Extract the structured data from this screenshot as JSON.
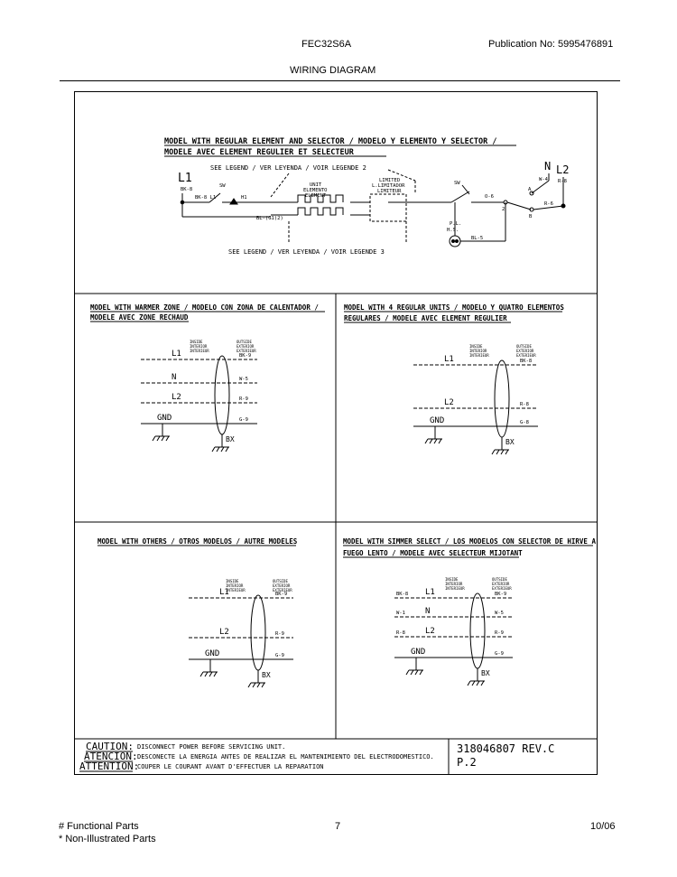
{
  "header": {
    "model": "FEC32S6A",
    "publication": "Publication No:  5995476891",
    "title": "WIRING DIAGRAM"
  },
  "top_panel": {
    "heading_1": "MODEL WITH REGULAR ELEMENT AND SELECTOR / MODELO Y ELEMENTO Y SELECTOR /",
    "heading_2": "MODELE AVEC ELEMENT REGULIER ET SELECTEUR",
    "legend_top": "SEE LEGEND / VER LEYENDA / VOIR LEGENDE 2",
    "legend_bottom": "SEE LEGEND / VER LEYENDA / VOIR LEGENDE 3",
    "l1": "L1",
    "n": "N",
    "l2": "L2",
    "bk8": "BK-8",
    "bk8_l1": "BK-8 L1",
    "sw_left": "SW",
    "sw_right": "SW",
    "h1": "H1",
    "unit_1": "UNIT",
    "unit_2": "ELEMENTO",
    "unit_3": "ELEMENT",
    "limiter_1": "LIMITED",
    "limiter_2": "L.LIMITADOR",
    "limiter_3": "LIMITEUR",
    "bl": "BL-(G1)2)",
    "w4": "W-4",
    "r8": "R-8",
    "o6": "O-6",
    "r6": "R-6",
    "pos_a": "A",
    "pos_b": "B",
    "pos_2": "2",
    "pl_1": "P.L.",
    "pl_2": "H.S.",
    "bl5": "BL-5"
  },
  "panels": [
    {
      "heading_1": "MODEL WITH WARMER ZONE  / MODELO CON ZONA DE CALENTADOR  /",
      "heading_2": "MODELE AVEC ZONE RECHAUD",
      "inside": [
        "INSIDE",
        "INTERIOR",
        "INTERIEUR"
      ],
      "outside": [
        "OUTSIDE",
        "EXTERIOR",
        "EXTERIEUR"
      ],
      "rows": [
        {
          "label": "L1",
          "wire": "BK-9",
          "left": ""
        },
        {
          "label": "N",
          "wire": "W-5",
          "left": ""
        },
        {
          "label": "L2",
          "wire": "R-9",
          "left": ""
        },
        {
          "label": "GND",
          "wire": "G-9",
          "left": ""
        }
      ],
      "bx": "BX"
    },
    {
      "heading_1": "MODEL WITH 4 REGULAR UNITS / MODELO Y QUATRO ELEMENTOS",
      "heading_2": "REGULARES  / MODELE AVEC ELEMENT REGULIER",
      "inside": [
        "INSIDE",
        "INTERIOR",
        "INTERIEUR"
      ],
      "outside": [
        "OUTSIDE",
        "EXTERIOR",
        "EXTERIEUR"
      ],
      "rows": [
        {
          "label": "L1",
          "wire": "BK-8",
          "left": ""
        },
        {
          "label": "L2",
          "wire": "R-8",
          "left": ""
        },
        {
          "label": "GND",
          "wire": "G-8",
          "left": ""
        }
      ],
      "bx": "BX"
    },
    {
      "heading_1": "MODEL WITH OTHERS / OTROS MODELOS / AUTRE MODELES",
      "heading_2": "",
      "inside": [
        "INSIDE",
        "INTERIOR",
        "INTERIEUR"
      ],
      "outside": [
        "OUTSIDE",
        "EXTERIOR",
        "EXTERIEUR"
      ],
      "rows": [
        {
          "label": "L1",
          "wire": "BK-9",
          "left": ""
        },
        {
          "label": "L2",
          "wire": "R-9",
          "left": ""
        },
        {
          "label": "GND",
          "wire": "G-9",
          "left": ""
        }
      ],
      "bx": "BX"
    },
    {
      "heading_1": "MODEL WITH SIMMER SELECT / LOS MODELOS CON SELECTOR DE HIRVE A",
      "heading_2": "FUEGO LENTO / MODELE AVEC SELECTEUR MIJOTANT",
      "inside": [
        "INSIDE",
        "INTERIOR",
        "INTERIEUR"
      ],
      "outside": [
        "OUTSIDE",
        "EXTERIOR",
        "EXTERIEUR"
      ],
      "rows": [
        {
          "label": "L1",
          "wire": "BK-9",
          "left": "BK-8"
        },
        {
          "label": "N",
          "wire": "W-5",
          "left": "W-1"
        },
        {
          "label": "L2",
          "wire": "R-9",
          "left": "R-8"
        },
        {
          "label": "GND",
          "wire": "G-9",
          "left": ""
        }
      ],
      "bx": "BX"
    }
  ],
  "caution": {
    "caution_label": "CAUTION:",
    "caution_text": "DISCONNECT POWER BEFORE SERVICING UNIT.",
    "atencion_label": "ATENCION:",
    "atencion_text": "DESCONECTE LA ENERGIA ANTES DE REALIZAR EL MANTENIMIENTO DEL ELECTRODOMESTICO.",
    "attention_label": "ATTENTION:",
    "attention_text": "COUPER LE COURANT AVANT D'EFFECTUER LA REPARATION",
    "part_number": "318046807 REV.C",
    "page": "P.2"
  },
  "footer": {
    "functional": "# Functional Parts",
    "non_illustrated": "* Non-Illustrated Parts",
    "page_number": "7",
    "date": "10/06"
  }
}
